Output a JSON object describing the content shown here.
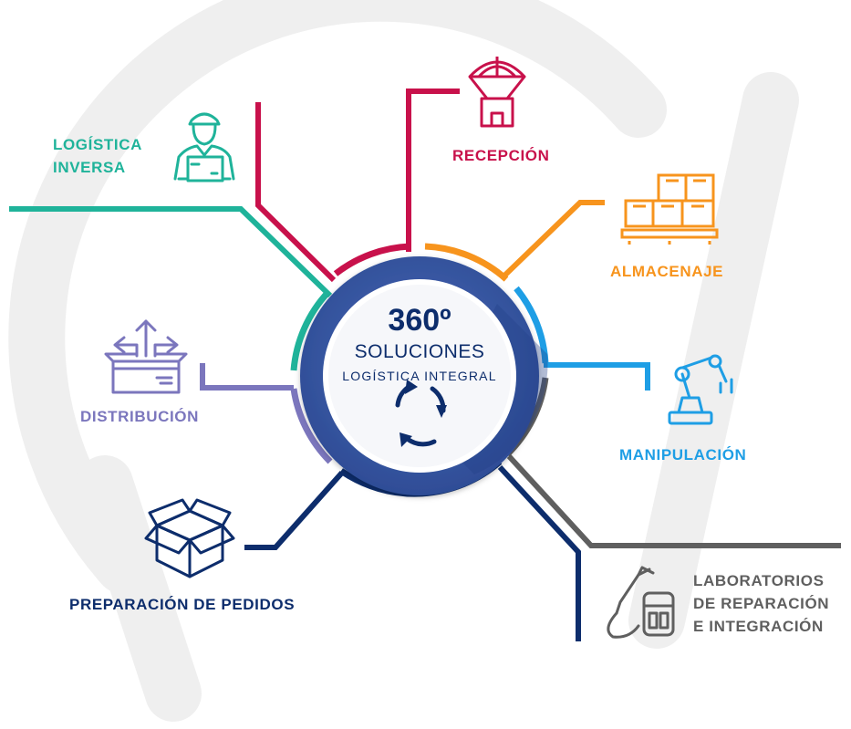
{
  "center": {
    "title": "360º",
    "subtitle": "SOLUCIONES",
    "tagline": "LOGÍSTICA INTEGRAL"
  },
  "colors": {
    "navy": "#0d2d6c",
    "center_blue": "#3a5aa6",
    "recepcion": "#c8114b",
    "almacenaje": "#f7941d",
    "manipulacion": "#1e9ee5",
    "laboratorios": "#5f5f5f",
    "preparacion": "#0d2d6c",
    "distribucion": "#7b76bd",
    "logistica_inversa": "#1fb39a",
    "watermark": "#efefef"
  },
  "nodes": [
    {
      "id": "recepcion",
      "icon": "parachute-box-icon",
      "lines": [
        "RECEPCIÓN"
      ]
    },
    {
      "id": "almacenaje",
      "icon": "pallet-boxes-icon",
      "lines": [
        "ALMACENAJE"
      ]
    },
    {
      "id": "manipulacion",
      "icon": "robot-arm-icon",
      "lines": [
        "MANIPULACIÓN"
      ]
    },
    {
      "id": "laboratorios",
      "icon": "welding-torch-icon",
      "lines": [
        "LABORATORIOS",
        "DE REPARACIÓN",
        "E INTEGRACIÓN"
      ]
    },
    {
      "id": "preparacion",
      "icon": "open-box-icon",
      "lines": [
        "PREPARACIÓN DE PEDIDOS"
      ]
    },
    {
      "id": "distribucion",
      "icon": "box-arrows-icon",
      "lines": [
        "DISTRIBUCIÓN"
      ]
    },
    {
      "id": "logistica_inversa",
      "icon": "delivery-person-icon",
      "lines": [
        "LOGÍSTICA",
        "INVERSA"
      ]
    }
  ]
}
